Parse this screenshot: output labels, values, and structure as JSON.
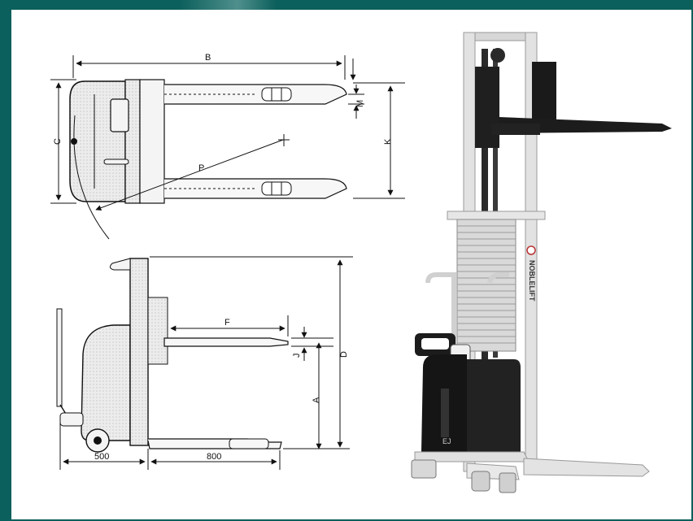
{
  "labels": {
    "b": "B",
    "c": "C",
    "k": "K",
    "m": "M",
    "p": "P",
    "f": "F",
    "j": "J",
    "a": "A",
    "d": "D",
    "rear_width": "500",
    "fork_length": "800"
  },
  "photo": {
    "mast_brand_text": "NOBLELIFT"
  },
  "colors": {
    "background": "#0b5f5c",
    "frame": "#ffffff",
    "line": "#111111",
    "body_fill": "#e6e6e6",
    "machine_gray": "#dcdcdc",
    "machine_dark": "#1c1c1c"
  }
}
